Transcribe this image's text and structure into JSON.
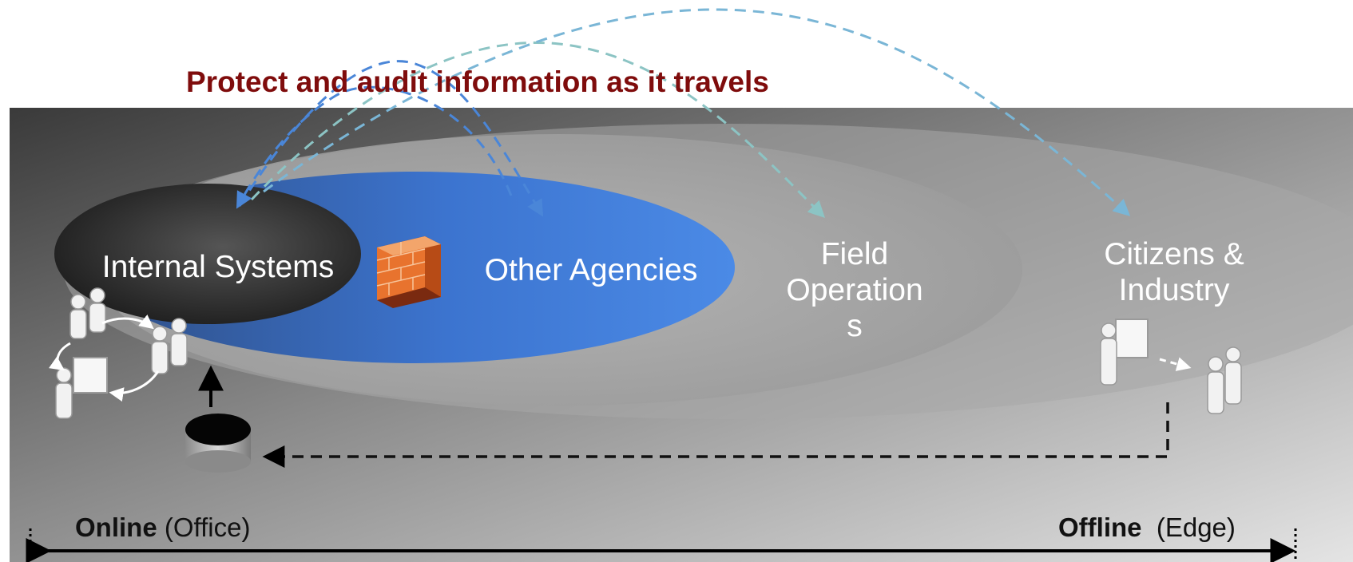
{
  "title": "Protect and audit information as it travels",
  "zones": {
    "internal": "Internal Systems",
    "agencies": "Other Agencies",
    "field": "Field\nOperation\ns",
    "citizens": "Citizens  &\nIndustry"
  },
  "axis": {
    "online_bold": "Online",
    "online_rest": "(Office)",
    "offline_bold": "Offline",
    "offline_rest": "(Edge)"
  },
  "icons": [
    "firewall-icon",
    "database-icon",
    "people-icon",
    "presenter-icon"
  ],
  "colors": {
    "title": "#7f0c0c",
    "agencies_blue": "#3f7fdc",
    "arc_blue": "#4a86d8",
    "arc_teal": "#7fbfbf",
    "arc_light": "#6aaed0"
  }
}
